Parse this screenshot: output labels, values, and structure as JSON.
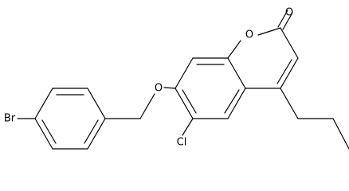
{
  "atoms": {
    "O_carbonyl": "O",
    "O_ring": "O",
    "O_ether": "O",
    "Br": "Br",
    "Cl": "Cl"
  },
  "colors": {
    "bond": "#000000",
    "text": "#000000",
    "background": "#ffffff"
  }
}
